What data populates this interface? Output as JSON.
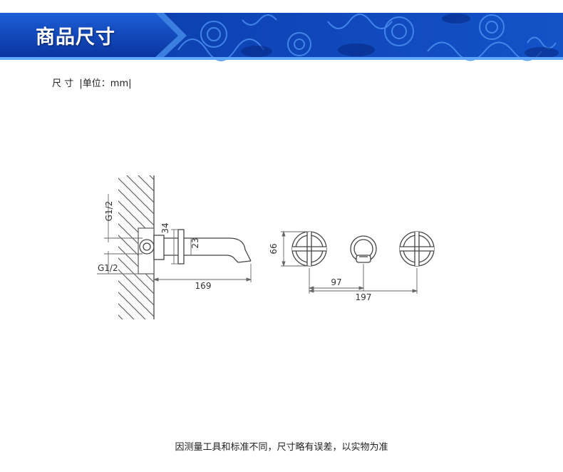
{
  "header": {
    "title": "商品尺寸",
    "colors": {
      "dark_blue": "#0b3aa8",
      "bright_blue": "#1e6ee0",
      "pattern_blue": "#0d47c8",
      "accent": "#5fa8ff"
    }
  },
  "units": {
    "label": "尺 寸",
    "separator": "|",
    "unit_text": "单位：mm"
  },
  "dimensions": {
    "inlet_thread_top": "G1/2",
    "inlet_thread_bottom": "G1/2",
    "flange": "34",
    "spout_dia": "23",
    "spout_length": "169",
    "handle_height": "66",
    "spacing_center": "97",
    "spacing_total": "197"
  },
  "footer": {
    "note": "因测量工具和标准不同，尺寸略有误差，以实物为准"
  }
}
